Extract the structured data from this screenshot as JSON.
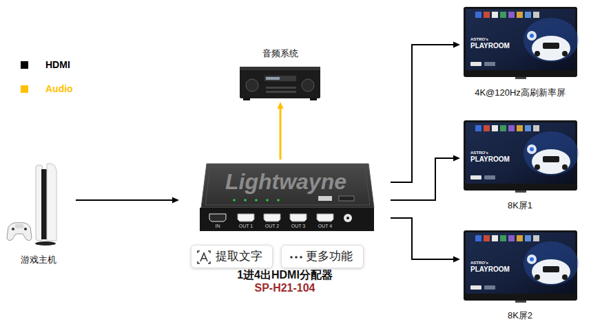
{
  "diagram": {
    "nodes": [
      {
        "text": [
          "游戏主机"
        ]
      },
      {
        "text": [
          "1进4出HDMI分配器",
          "SP-H21-104"
        ]
      },
      {
        "text": [
          "音频系统"
        ]
      },
      {
        "text": [
          "4K@120Hz高刷新率屏"
        ]
      },
      {
        "text": [
          "8K屏1"
        ]
      },
      {
        "text": [
          "8K屏2"
        ]
      }
    ],
    "edges": [
      {
        "from": 0,
        "to": 1,
        "arrow": "to"
      },
      {
        "from": 1,
        "to": 2,
        "arrow": "to"
      },
      {
        "from": 1,
        "to": 3,
        "arrow": "to"
      },
      {
        "from": 1,
        "to": 4,
        "arrow": "to"
      },
      {
        "from": 1,
        "to": 5,
        "arrow": "to"
      }
    ],
    "labels": [
      "Lightwayne",
      "IN",
      "OUT 1",
      "OUT 2",
      "OUT 3",
      "OUT 4",
      "ASTRO's",
      "PLAYROOM",
      "ASTRO's",
      "PLAYROOM",
      "ASTRO's",
      "PLAYROOM",
      "提取文字",
      "更多功能"
    ],
    "legend": [
      {
        "text": "HDMI",
        "color": "#000000"
      },
      {
        "text": "Audio",
        "color": "#FFC000"
      }
    ]
  }
}
